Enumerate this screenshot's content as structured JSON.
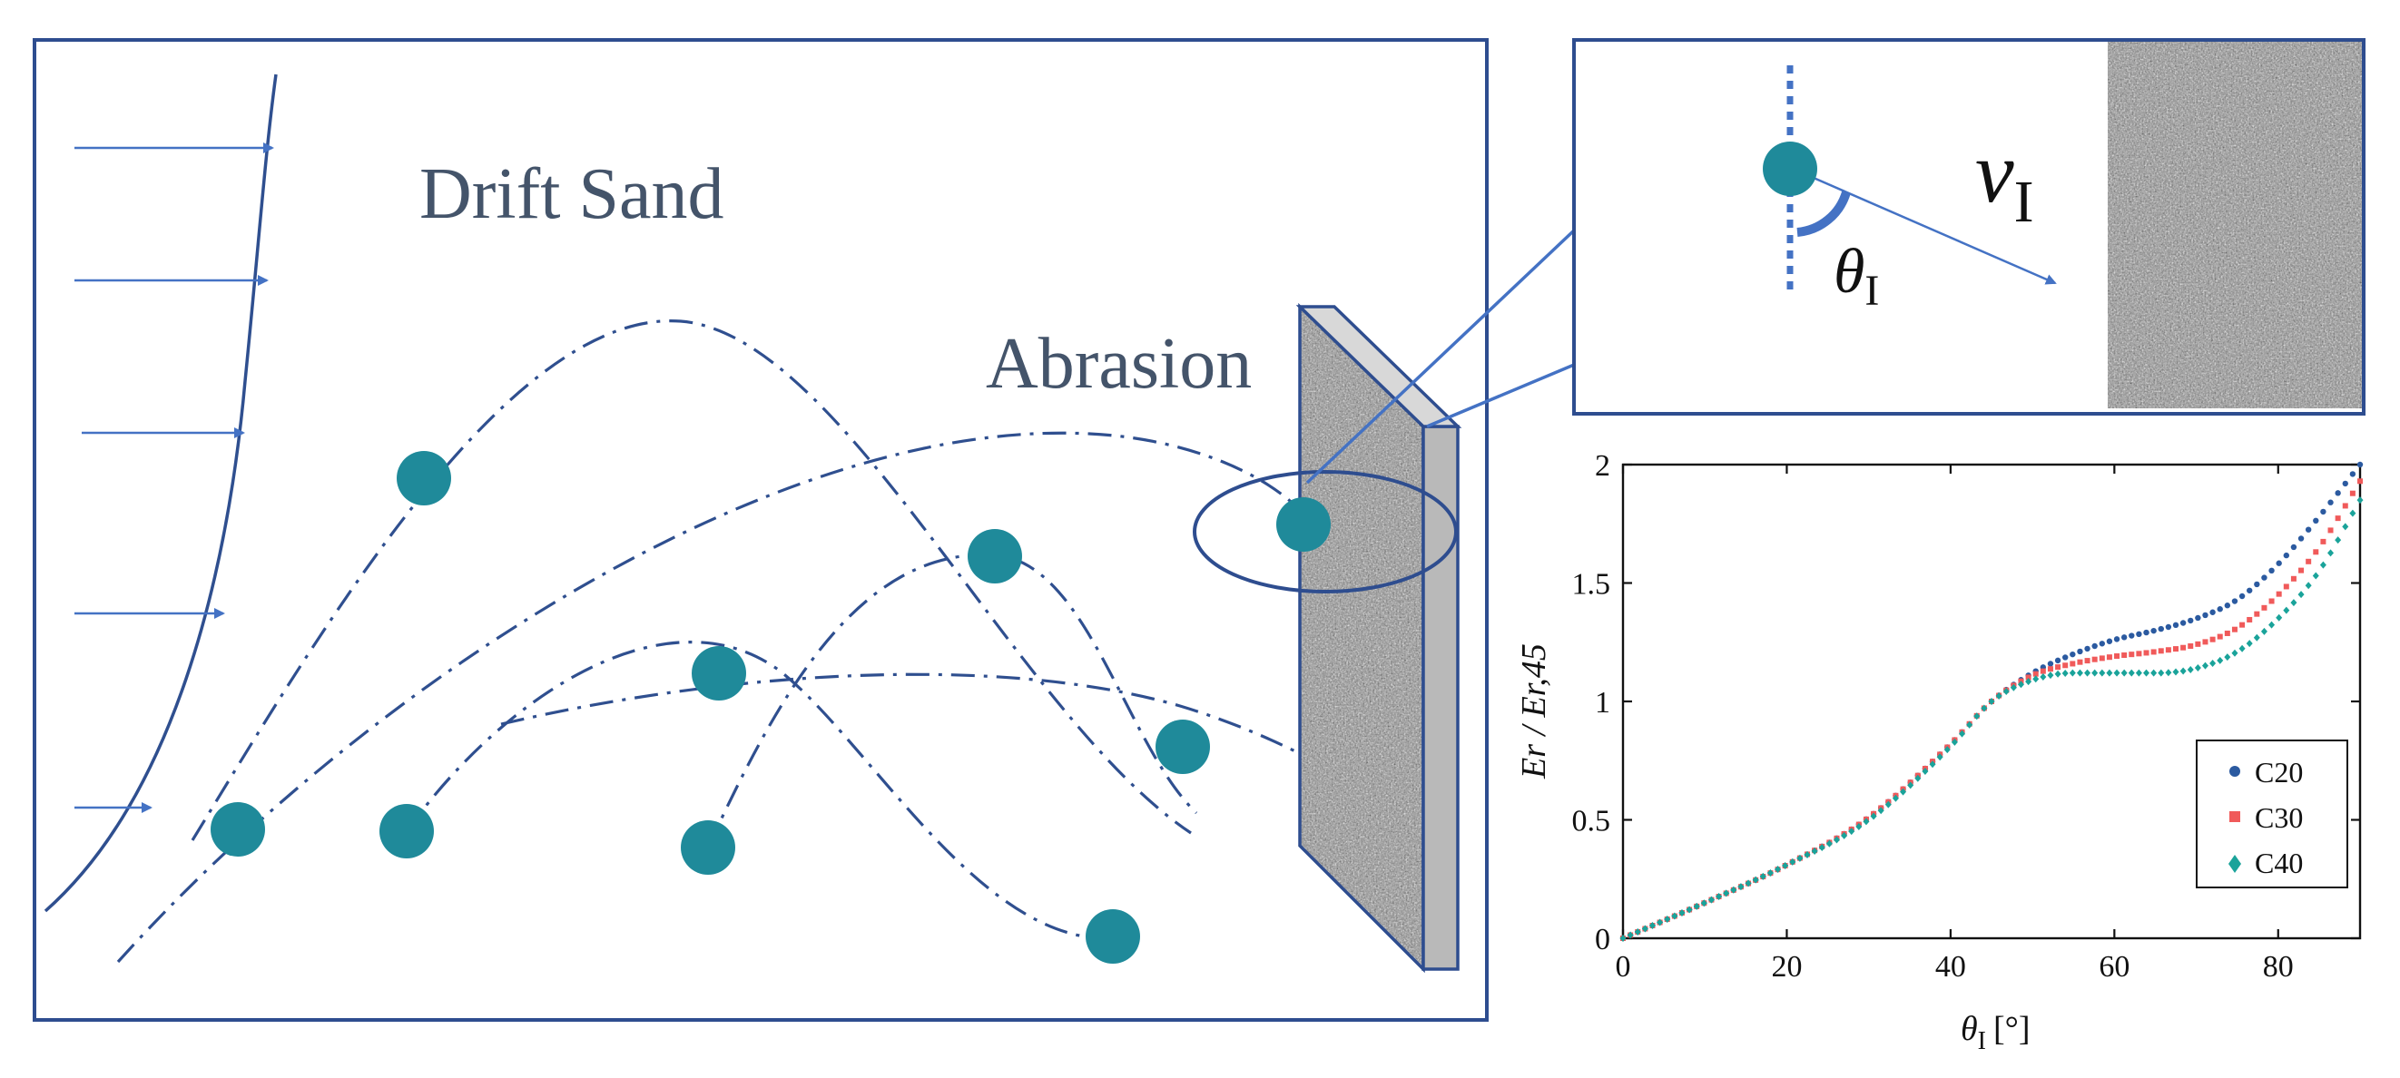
{
  "scene": {
    "drift_label": "Drift Sand",
    "abrasion_label": "Abrasion",
    "particle_color": "#1f8a9a",
    "line_color": "#2f4f8f",
    "arrow_color": "#4472c4"
  },
  "inset": {
    "velocity_symbol": "v",
    "velocity_subscript": "I",
    "angle_symbol": "θ",
    "angle_subscript": "I"
  },
  "chart_data": {
    "type": "scatter",
    "xlabel_symbol": "θ",
    "xlabel_subscript": "I",
    "xlabel_unit": "[°]",
    "ylabel": "Er / Er,45",
    "xlim": [
      0,
      90
    ],
    "ylim": [
      0,
      2
    ],
    "xticks": [
      0,
      20,
      40,
      60,
      80
    ],
    "yticks": [
      0,
      0.5,
      1,
      1.5,
      2
    ],
    "ytick_labels": [
      "0",
      "0.5",
      "1",
      "1.5",
      "2"
    ],
    "grid": false,
    "legend_position": "bottom-right",
    "x": [
      0,
      10,
      20,
      30,
      40,
      45,
      50,
      55,
      60,
      65,
      70,
      75,
      80,
      85,
      90
    ],
    "series": [
      {
        "name": "C20",
        "color": "#2b5aa0",
        "marker": "circle",
        "values": [
          0,
          0.15,
          0.31,
          0.51,
          0.82,
          1.0,
          1.12,
          1.2,
          1.26,
          1.3,
          1.35,
          1.43,
          1.58,
          1.78,
          2.0
        ]
      },
      {
        "name": "C30",
        "color": "#f05a5a",
        "marker": "square",
        "values": [
          0,
          0.15,
          0.31,
          0.51,
          0.82,
          1.0,
          1.11,
          1.16,
          1.19,
          1.21,
          1.24,
          1.31,
          1.45,
          1.65,
          1.93
        ]
      },
      {
        "name": "C40",
        "color": "#1aa39a",
        "marker": "diamond",
        "values": [
          0,
          0.15,
          0.31,
          0.5,
          0.81,
          1.0,
          1.09,
          1.12,
          1.12,
          1.12,
          1.14,
          1.21,
          1.35,
          1.55,
          1.85
        ]
      }
    ]
  }
}
